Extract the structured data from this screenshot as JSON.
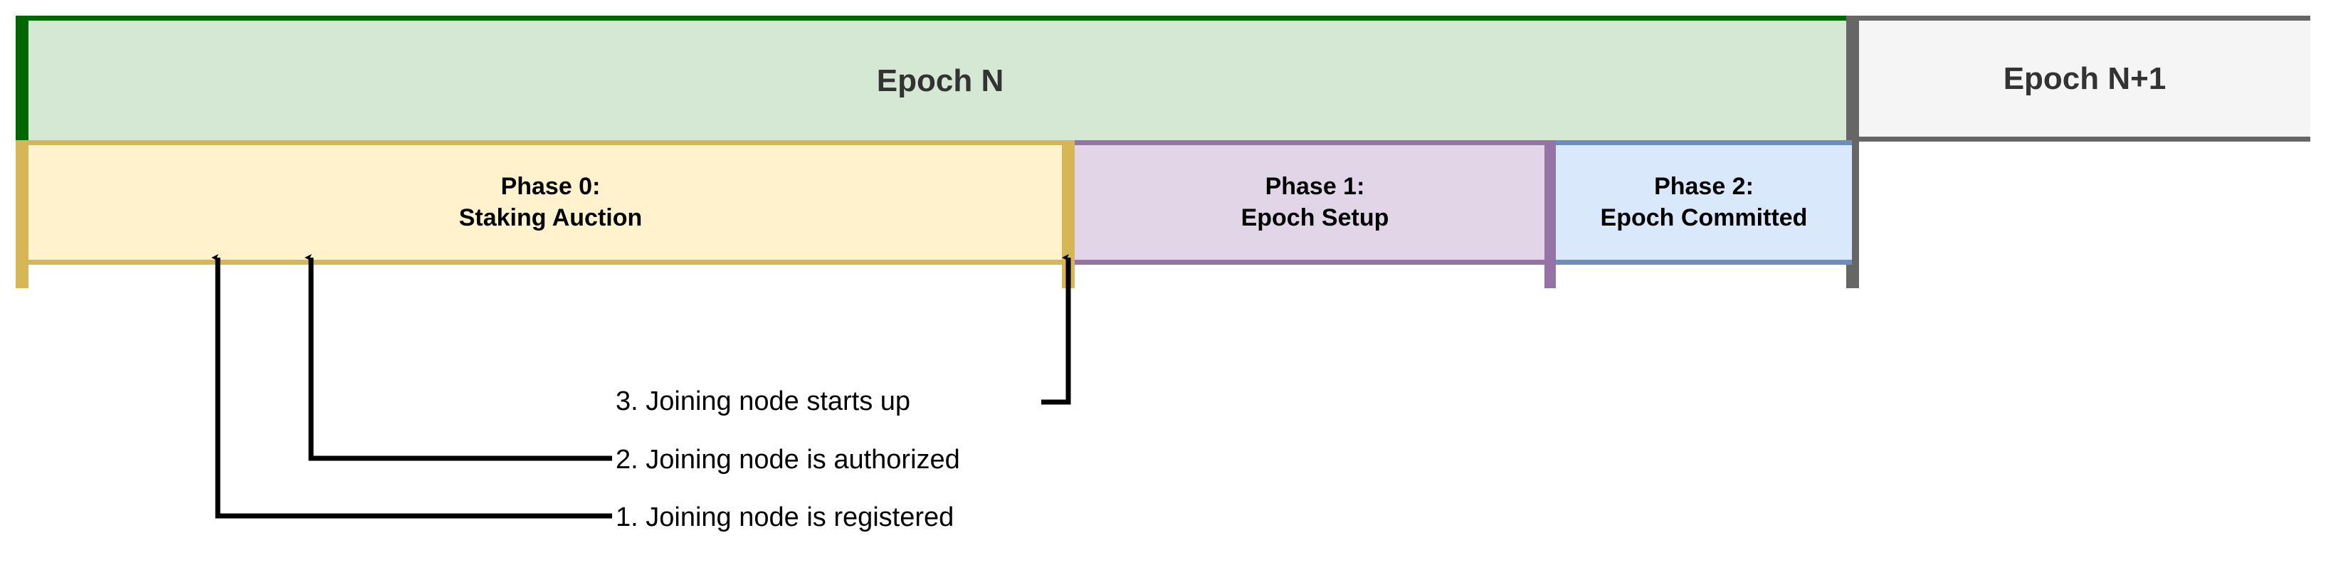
{
  "diagram": {
    "title_epoch_current": "Epoch N",
    "title_epoch_next": "Epoch N+1",
    "phases": [
      {
        "id": "phase-0",
        "line1": "Phase 0:",
        "line2": "Staking Auction",
        "fill": "#fff2cc",
        "stroke": "#d6b656"
      },
      {
        "id": "phase-1",
        "line1": "Phase 1:",
        "line2": "Epoch Setup",
        "fill": "#e1d5e7",
        "stroke": "#9673a6"
      },
      {
        "id": "phase-2",
        "line1": "Phase 2:",
        "line2": "Epoch Committed",
        "fill": "#dae8fc",
        "stroke": "#6c8ebf"
      }
    ],
    "epoch_current": {
      "fill": "#d5e8d4",
      "stroke": "#006600"
    },
    "epoch_next": {
      "fill": "#f5f5f5",
      "stroke": "#666666"
    },
    "annotations": [
      {
        "num": "3",
        "text": "3. Joining node starts up"
      },
      {
        "num": "2",
        "text": "2. Joining node is authorized"
      },
      {
        "num": "1",
        "text": "1. Joining node is registered"
      }
    ],
    "line_color": "#000000"
  }
}
